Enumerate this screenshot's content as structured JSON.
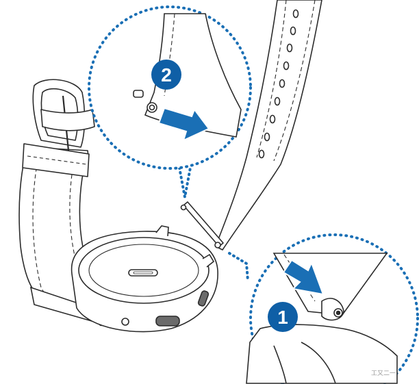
{
  "diagram": {
    "steps": [
      {
        "number": "2",
        "action": "slide-pin-out"
      },
      {
        "number": "1",
        "action": "press-spring-bar"
      }
    ],
    "watermark": "⼯⼜⼆⼀",
    "colors": {
      "accent": "#1a6fb5",
      "badge": "#0f5fa6",
      "line": "#2b2b2b",
      "fill": "#ffffff"
    }
  }
}
